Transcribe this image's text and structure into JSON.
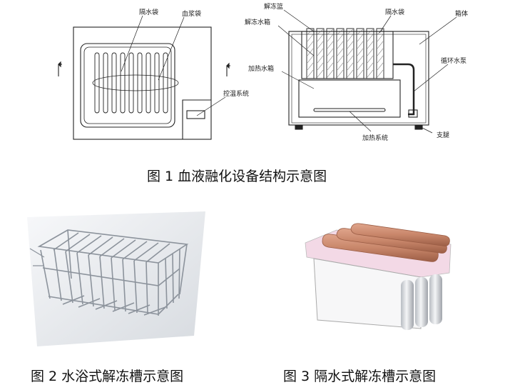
{
  "figure1": {
    "caption": "图 1  血液融化设备结构示意图",
    "labels": {
      "water_bag": "隔水袋",
      "blood_bag": "血浆袋",
      "temp_control": "控温系统",
      "thaw_basket": "解冻篮",
      "thaw_tank": "解冻水箱",
      "water_bag_right": "隔水袋",
      "cabinet": "箱体",
      "circulation_pump": "循环水泵",
      "heating_tank": "加热水箱",
      "heating_system": "加热系统",
      "support_leg": "支腿"
    }
  },
  "figure2": {
    "caption": "图 2  水浴式解冻槽示意图"
  },
  "figure3": {
    "caption": "图 3  隔水式解冻槽示意图"
  },
  "colors": {
    "line": "#222222",
    "copper": "#c8866a",
    "copper_dark": "#a86a52",
    "pink": "#f3d9e6",
    "steel": "#9aa0a8"
  }
}
